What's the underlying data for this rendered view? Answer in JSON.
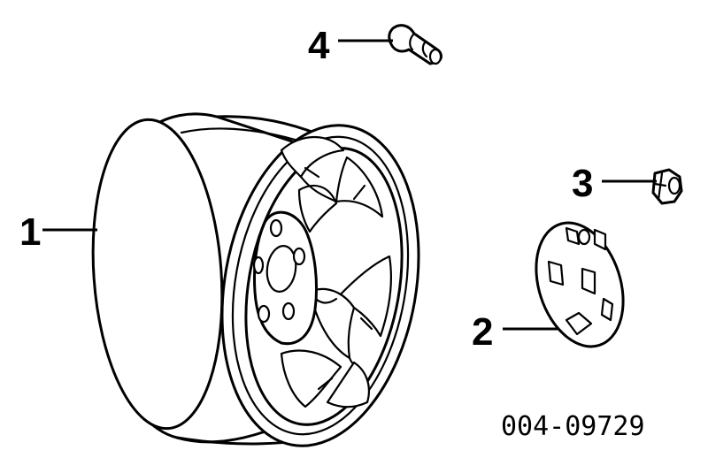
{
  "callouts": [
    {
      "id": "1",
      "label": "1"
    },
    {
      "id": "2",
      "label": "2"
    },
    {
      "id": "3",
      "label": "3"
    },
    {
      "id": "4",
      "label": "4"
    }
  ],
  "part_number": "004-09729"
}
